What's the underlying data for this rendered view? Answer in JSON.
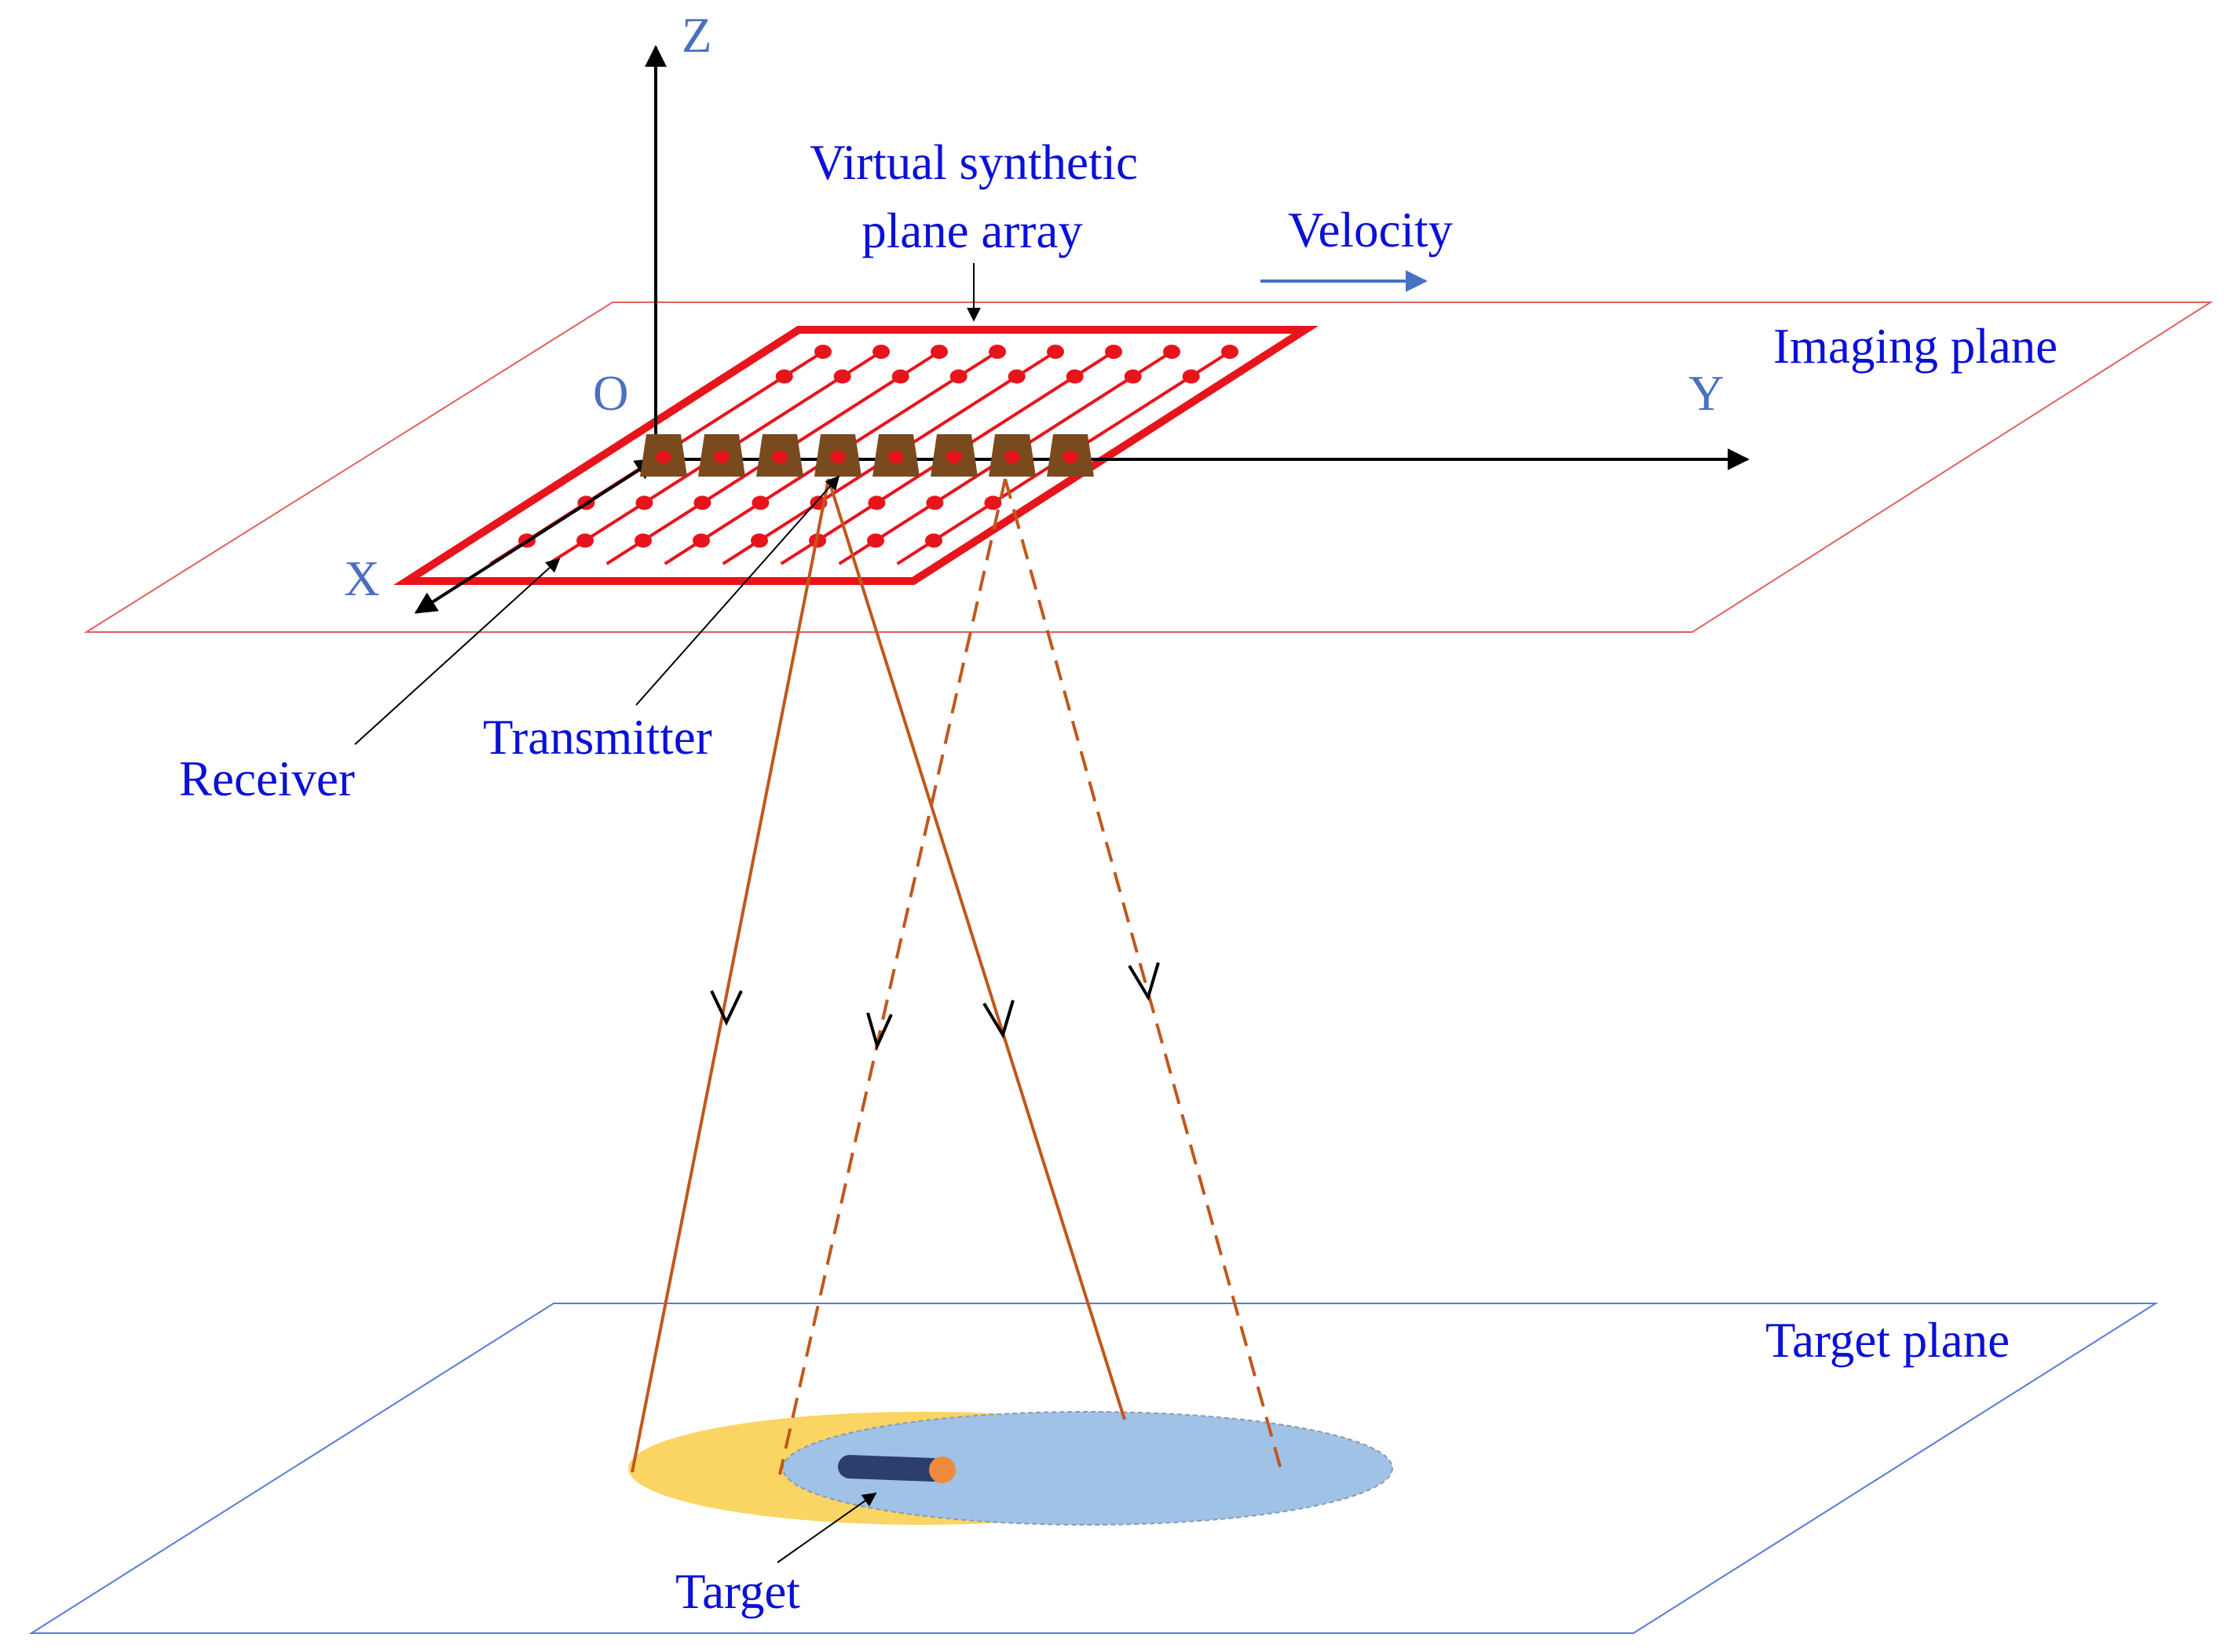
{
  "axes": {
    "z": "Z",
    "y": "Y",
    "x": "X",
    "origin": "O"
  },
  "labels": {
    "array_line1": "Virtual synthetic",
    "array_line2": "plane array",
    "velocity": "Velocity",
    "imaging_plane": "Imaging plane",
    "receiver": "Receiver",
    "transmitter": "Transmitter",
    "target_plane": "Target plane",
    "target": "Target"
  },
  "colors": {
    "array": "#e8141c",
    "transmitter": "#7a4a1f",
    "beam": "#c0581c",
    "imaging_plane_border": "#e06060",
    "target_plane_border": "#5a7ad8",
    "footprint_yellow": "#fbd563",
    "footprint_blue": "#9fc2e6",
    "label": "#0a10d8",
    "axis_label": "#4a70c0"
  }
}
